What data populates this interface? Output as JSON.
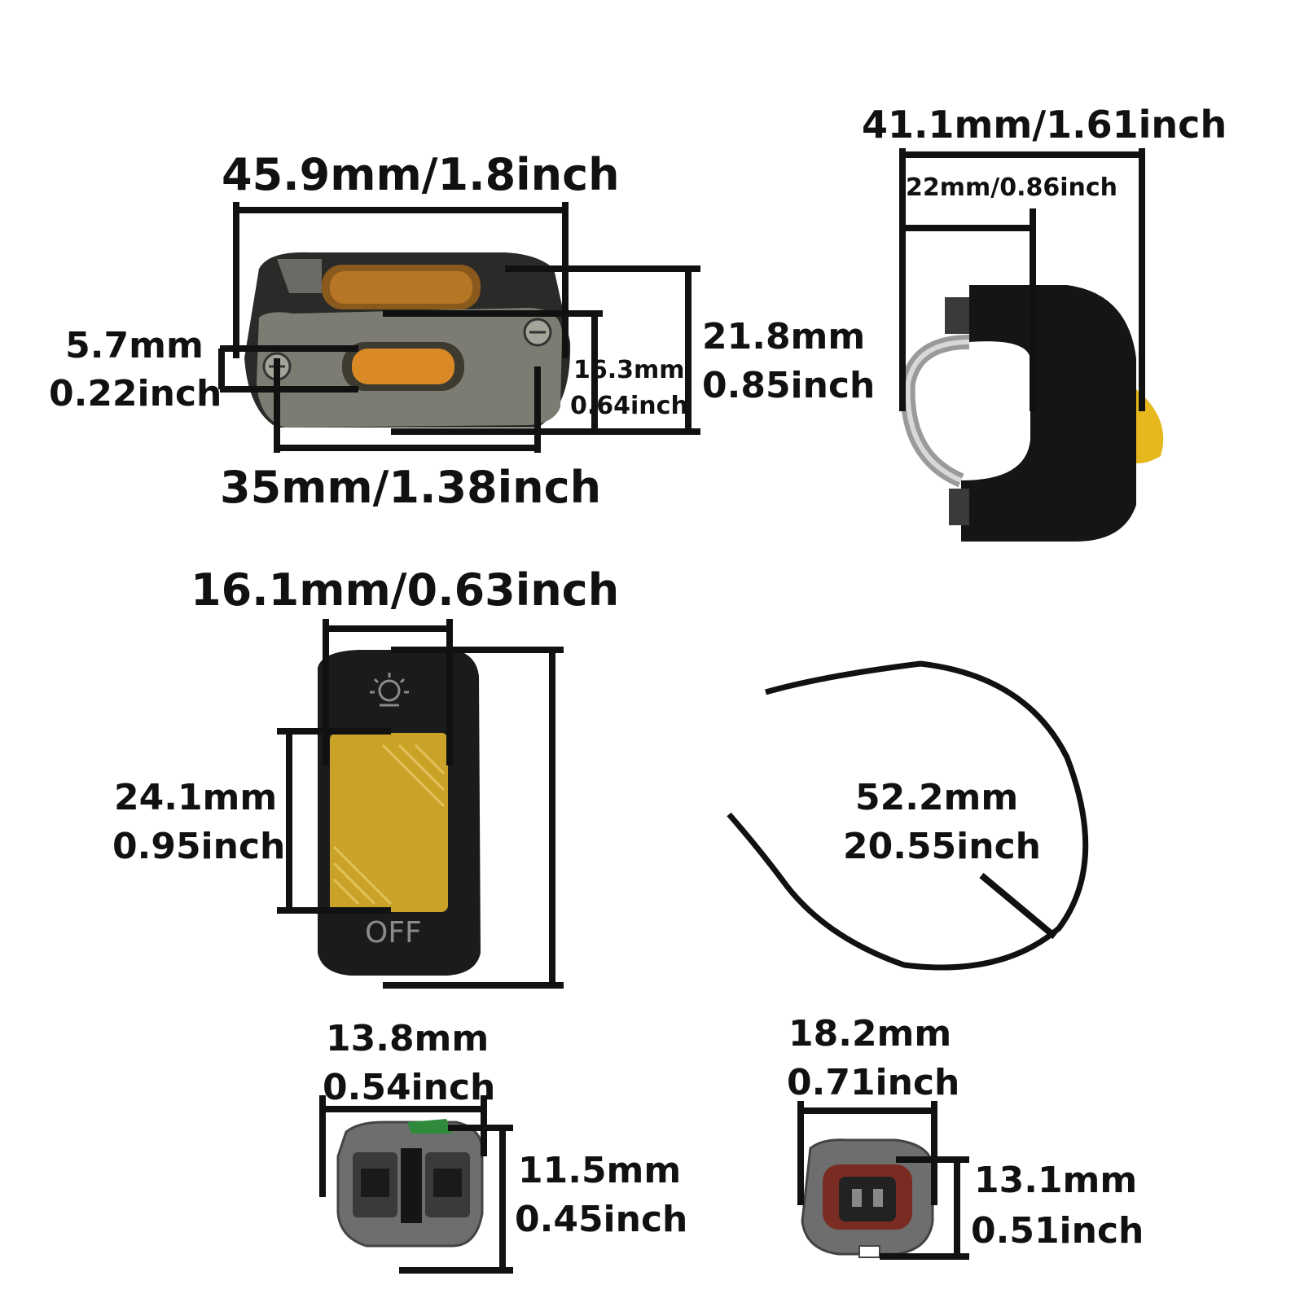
{
  "switch_top_view": {
    "overall_width": "45.9mm/1.8inch",
    "mount_width": "35mm/1.38inch",
    "side_height_mm": "5.7mm",
    "side_height_in": "0.22inch",
    "slot_height_mm": "16.3mm",
    "slot_height_in": "0.64inch",
    "overall_height_mm": "21.8mm",
    "overall_height_in": "0.85inch"
  },
  "switch_side_view": {
    "overall_width": "41.1mm/1.61inch",
    "bar_diameter": "22mm/0.86inch"
  },
  "switch_front_view": {
    "width": "16.1mm/0.63inch",
    "button_height_mm": "24.1mm",
    "button_height_in": "0.95inch",
    "off_label": "OFF"
  },
  "cable": {
    "length_mm": "52.2mm",
    "length_in": "20.55inch"
  },
  "connector_left": {
    "width_mm": "13.8mm",
    "width_in": "0.54inch",
    "height_mm": "11.5mm",
    "height_in": "0.45inch"
  },
  "connector_right": {
    "width_mm": "18.2mm",
    "width_in": "0.71inch",
    "height_mm": "13.1mm",
    "height_in": "0.51inch"
  },
  "colors": {
    "dimension_line": "#111111",
    "switch_body": "#1b1b1b",
    "button_yellow": "#c9a227",
    "clamp_metal": "#7d7c72",
    "connector_gray": "#6e6e6e",
    "seal_red": "#7a2b22",
    "tab_green": "#2f8a3c"
  }
}
